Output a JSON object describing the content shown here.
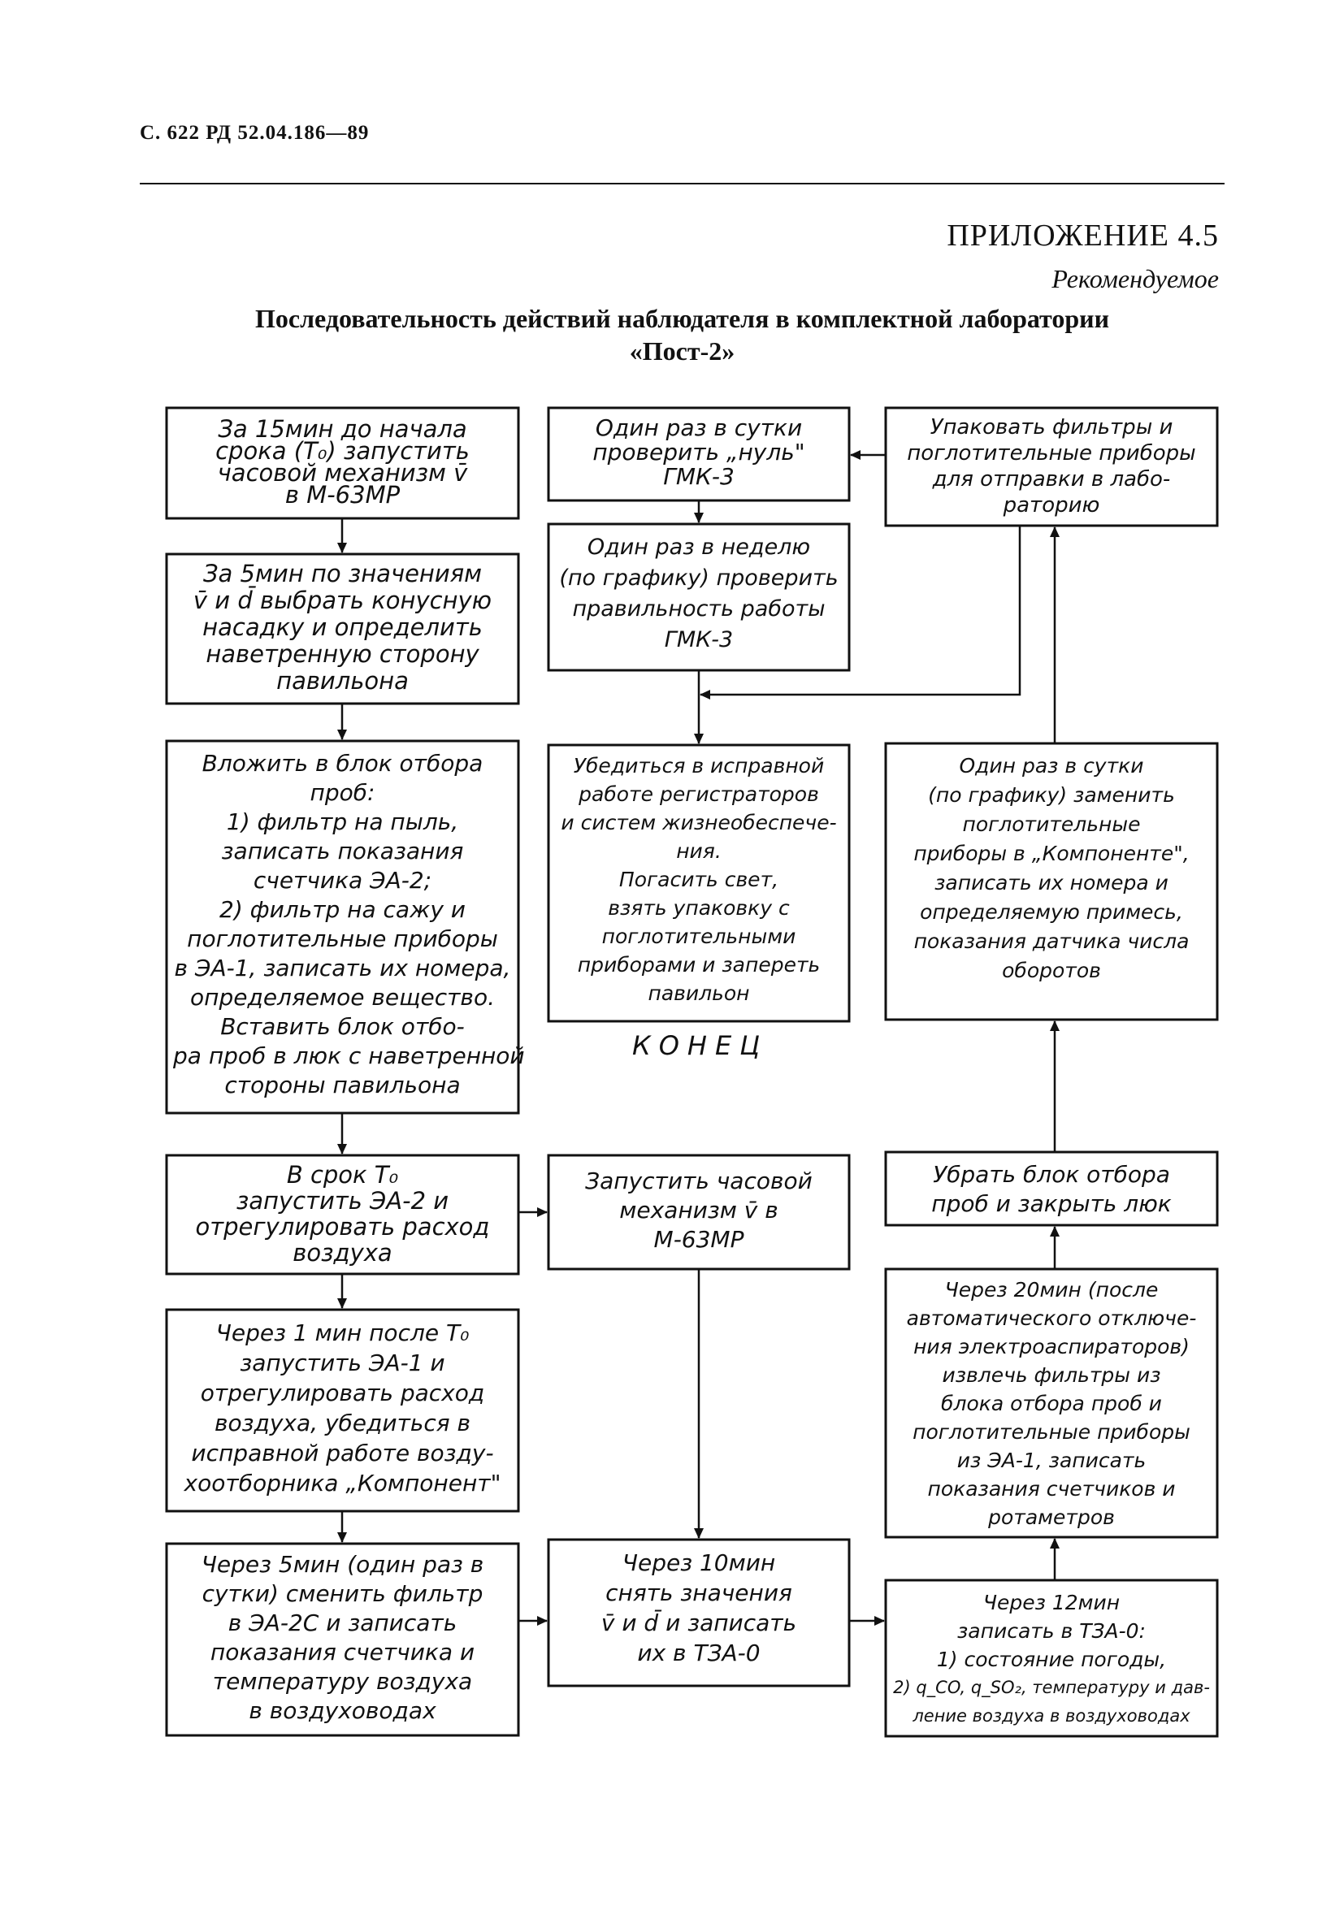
{
  "header": {
    "page_ref": "С. 622 РД 52.04.186—89",
    "appendix": "ПРИЛОЖЕНИЕ 4.5",
    "status": "Рекомендуемое",
    "title_line1": "Последовательность действий наблюдателя в комплектной лаборатории",
    "title_line2": "«Пост-2»"
  },
  "boxes": [
    {
      "id": "b1",
      "lines": [
        "За 15мин до начала",
        "срока (T₀) запустить",
        "часовой механизм v̄",
        "в М-63МР"
      ]
    },
    {
      "id": "b2",
      "lines": [
        "За 5мин по значениям",
        "v̄ и d̄ выбрать конусную",
        "насадку и определить",
        "наветренную сторону",
        "павильона"
      ]
    },
    {
      "id": "b3",
      "lines": [
        "Вложить в блок отбора",
        "проб:",
        "1) фильтр на пыль,",
        "записать показания",
        "счетчика ЭА-2;",
        "2) фильтр на сажу и",
        "поглотительные приборы",
        "в ЭА-1, записать их номера,",
        "определяемое вещество.",
        "Вставить блок отбо-",
        "ра проб в люк с наветренной",
        "стороны павильона"
      ]
    },
    {
      "id": "b4",
      "lines": [
        "В срок T₀",
        "запустить ЭА-2 и",
        "отрегулировать расход",
        "воздуха"
      ]
    },
    {
      "id": "b5",
      "lines": [
        "Через 1 мин после T₀",
        "запустить ЭА-1 и",
        "отрегулировать расход",
        "воздуха, убедиться в",
        "исправной работе возду-",
        "хоотборника „Компонент\""
      ]
    },
    {
      "id": "b6",
      "lines": [
        "Через 5мин (один раз в",
        "сутки) сменить фильтр",
        "в ЭА-2С и записать",
        "показания счетчика и",
        "температуру воздуха",
        "в воздуховодах"
      ]
    },
    {
      "id": "b7",
      "lines": [
        "Один раз в сутки",
        "проверить „нуль\"",
        "ГМК-3"
      ]
    },
    {
      "id": "b8",
      "lines": [
        "Один раз в неделю",
        "(по графику) проверить",
        "правильность работы",
        "ГМК-3"
      ]
    },
    {
      "id": "b9",
      "lines": [
        "Убедиться в исправной",
        "работе регистраторов",
        "и систем жизнеобеспече-",
        "ния.",
        "Погасить свет,",
        "взять упаковку с",
        "поглотительными",
        "приборами и запереть",
        "павильон"
      ]
    },
    {
      "id": "b10",
      "lines": [
        "Запустить часовой",
        "механизм v̄ в",
        "М-63МР"
      ]
    },
    {
      "id": "b11",
      "lines": [
        "Через 10мин",
        "снять значения",
        "v̄ и d̄ и записать",
        "их в ТЗА-0"
      ]
    },
    {
      "id": "b12",
      "lines": [
        "Упаковать фильтры и",
        "поглотительные приборы",
        "для отправки в лабо-",
        "раторию"
      ]
    },
    {
      "id": "b13",
      "lines": [
        "Один раз в сутки",
        "(по графику) заменить",
        "поглотительные",
        "приборы в „Компоненте\",",
        "записать их номера и",
        "определяемую примесь,",
        "показания датчика числа",
        "оборотов"
      ]
    },
    {
      "id": "b14",
      "lines": [
        "Убрать блок отбора",
        "проб и закрыть люк"
      ]
    },
    {
      "id": "b15",
      "lines": [
        "Через 20мин (после",
        "автоматического отключе-",
        "ния электроаспираторов)",
        "извлечь фильтры из",
        "блока отбора проб и",
        "поглотительные приборы",
        "из ЭА-1, записать",
        "показания счетчиков и",
        "ротаметров"
      ]
    },
    {
      "id": "b16",
      "lines": [
        "Через 12мин",
        "записать в ТЗА-0:",
        "1) состояние погоды,",
        "2) q_CO, q_SO₂, температуру и дав-",
        "ление воздуха в воздуховодах"
      ]
    }
  ],
  "end_label": "КОНЕЦ"
}
